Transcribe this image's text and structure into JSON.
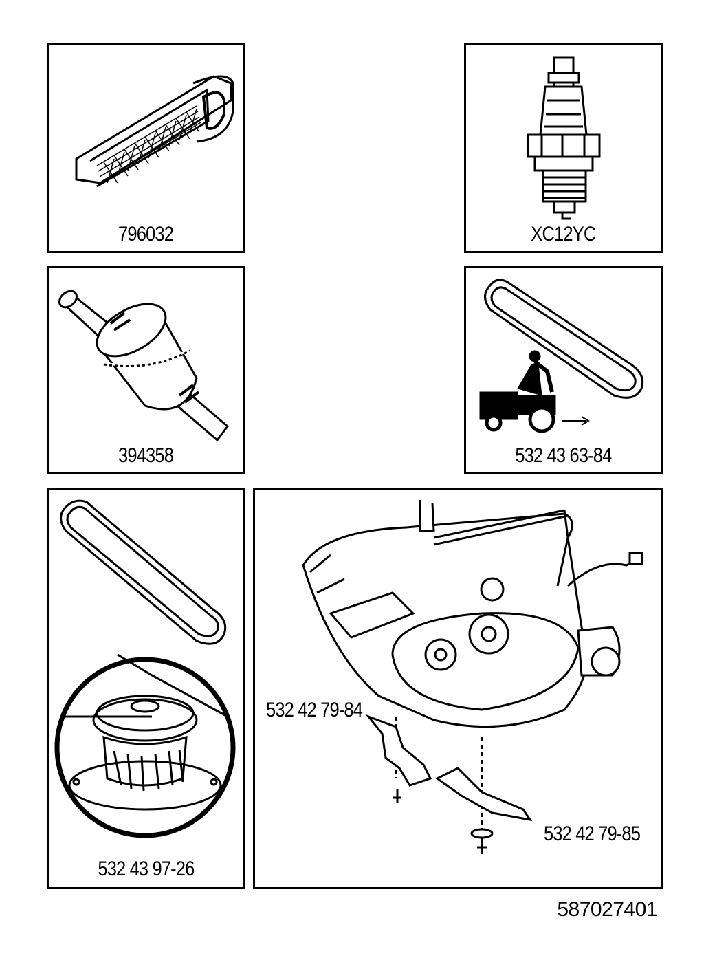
{
  "panels": {
    "air_filter": {
      "part_number": "796032",
      "icon": "air-filter-icon"
    },
    "spark_plug": {
      "part_number": "XC12YC",
      "icon": "spark-plug-icon"
    },
    "fuel_filter": {
      "part_number": "394358",
      "icon": "fuel-filter-icon"
    },
    "drive_belt": {
      "part_number": "532 43 63-84",
      "icon": "drive-belt-tractor-icon"
    },
    "deck_belt": {
      "part_number": "532 43 97-26",
      "icon": "deck-belt-pulley-icon"
    },
    "mower_deck": {
      "icon": "mower-deck-icon",
      "blade_left": "532 42 79-84",
      "blade_right": "532 42 79-85"
    }
  },
  "document_number": "587027401"
}
